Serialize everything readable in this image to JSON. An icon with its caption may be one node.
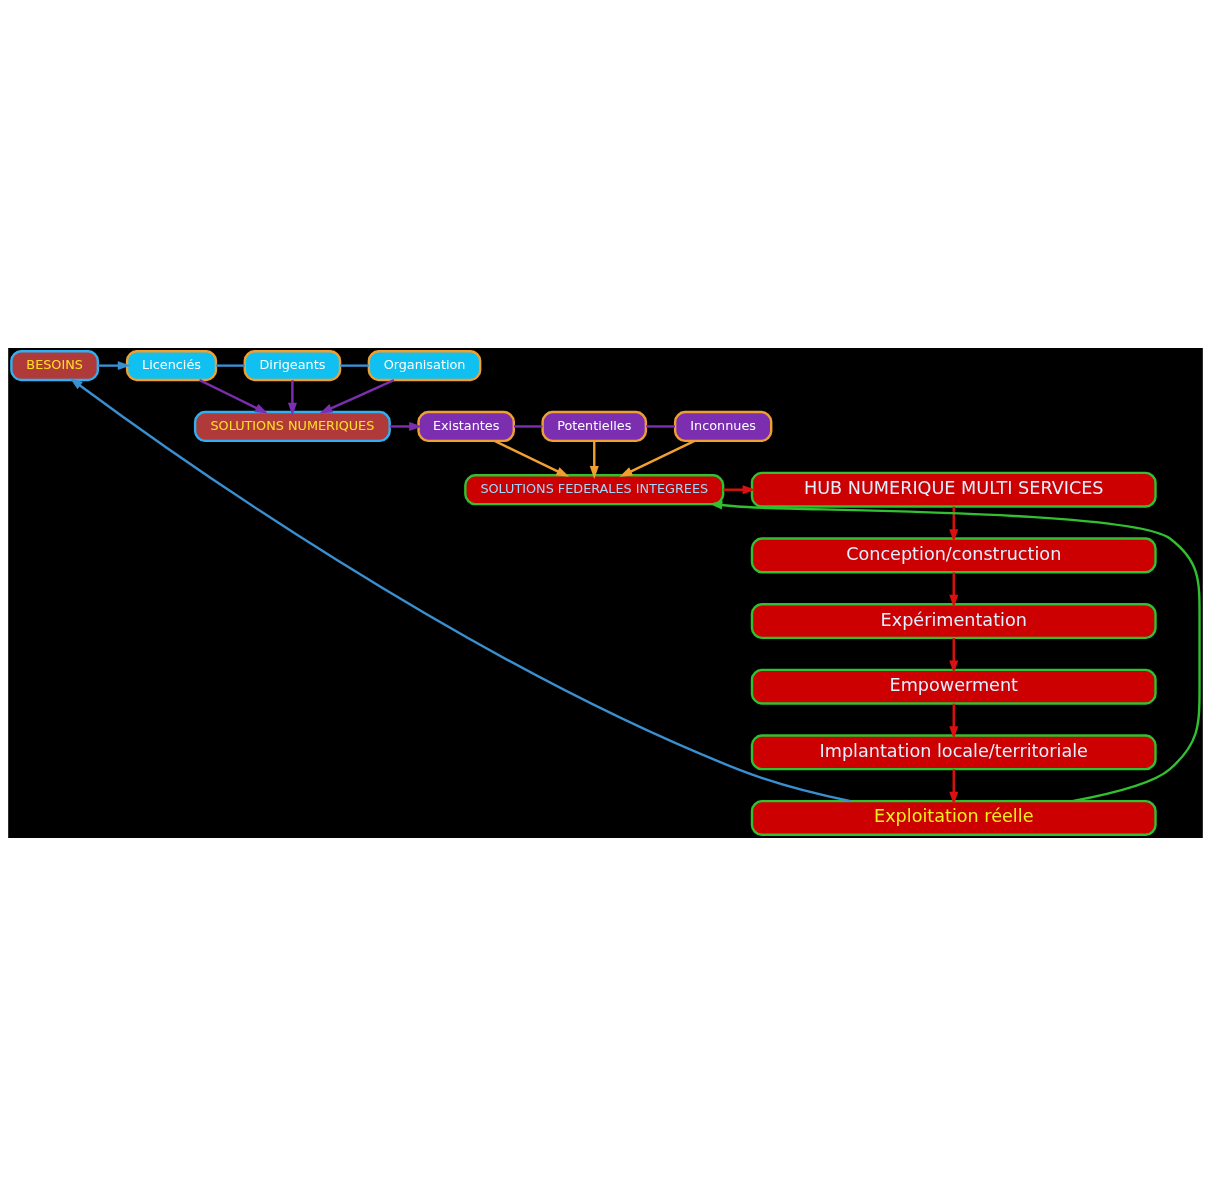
{
  "diagram": {
    "nodes": [
      {
        "text": [
          "BESOINS"
        ]
      },
      {
        "text": [
          "Licenciés"
        ]
      },
      {
        "text": [
          "Dirigeants"
        ]
      },
      {
        "text": [
          "Organisation"
        ]
      },
      {
        "text": [
          "SOLUTIONS NUMERIQUES"
        ]
      },
      {
        "text": [
          "Existantes"
        ]
      },
      {
        "text": [
          "Potentielles"
        ]
      },
      {
        "text": [
          "Inconnues"
        ]
      },
      {
        "text": [
          "SOLUTIONS FEDERALES INTEGREES"
        ]
      },
      {
        "text": [
          "HUB NUMERIQUE MULTI SERVICES"
        ]
      },
      {
        "text": [
          "Conception/construction"
        ]
      },
      {
        "text": [
          "Expérimentation"
        ]
      },
      {
        "text": [
          "Empowerment"
        ]
      },
      {
        "text": [
          "Implantation locale/territoriale"
        ]
      },
      {
        "text": [
          "Exploitation réelle"
        ]
      }
    ],
    "edges": [
      {
        "from": 0,
        "to": 1,
        "arrow": "to",
        "color": "#3a8fd0"
      },
      {
        "from": 1,
        "to": 2,
        "arrow": "none",
        "color": "#3a8fd0"
      },
      {
        "from": 2,
        "to": 3,
        "arrow": "none",
        "color": "#3a8fd0"
      },
      {
        "from": 1,
        "to": 4,
        "arrow": "to",
        "color": "#7b2fb0"
      },
      {
        "from": 2,
        "to": 4,
        "arrow": "to",
        "color": "#7b2fb0"
      },
      {
        "from": 3,
        "to": 4,
        "arrow": "to",
        "color": "#7b2fb0"
      },
      {
        "from": 4,
        "to": 5,
        "arrow": "to",
        "color": "#7b2fb0"
      },
      {
        "from": 5,
        "to": 6,
        "arrow": "none",
        "color": "#7b2fb0"
      },
      {
        "from": 6,
        "to": 7,
        "arrow": "none",
        "color": "#7b2fb0"
      },
      {
        "from": 5,
        "to": 8,
        "arrow": "to",
        "color": "#f0a030"
      },
      {
        "from": 6,
        "to": 8,
        "arrow": "to",
        "color": "#f0a030"
      },
      {
        "from": 7,
        "to": 8,
        "arrow": "to",
        "color": "#f0a030"
      },
      {
        "from": 8,
        "to": 9,
        "arrow": "to",
        "color": "#dd1010"
      },
      {
        "from": 9,
        "to": 10,
        "arrow": "to",
        "color": "#dd1010"
      },
      {
        "from": 10,
        "to": 11,
        "arrow": "to",
        "color": "#dd1010"
      },
      {
        "from": 11,
        "to": 12,
        "arrow": "to",
        "color": "#dd1010"
      },
      {
        "from": 12,
        "to": 13,
        "arrow": "to",
        "color": "#dd1010"
      },
      {
        "from": 13,
        "to": 14,
        "arrow": "to",
        "color": "#dd1010"
      },
      {
        "from": 14,
        "to": 8,
        "arrow": "to",
        "color": "#30c030"
      },
      {
        "from": 14,
        "to": 0,
        "arrow": "to",
        "color": "#3a8fd0"
      }
    ]
  }
}
